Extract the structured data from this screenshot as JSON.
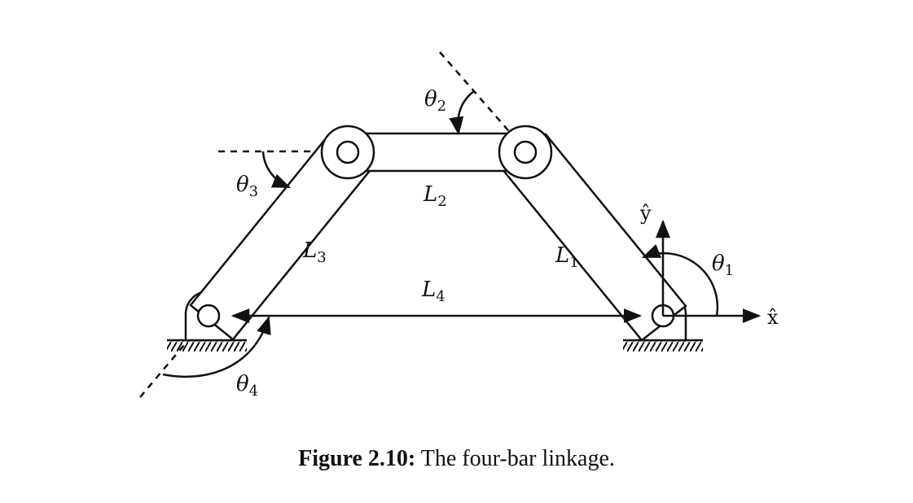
{
  "labels": {
    "theta1": {
      "main": "θ",
      "sub": "1"
    },
    "theta2": {
      "main": "θ",
      "sub": "2"
    },
    "theta3": {
      "main": "θ",
      "sub": "3"
    },
    "theta4": {
      "main": "θ",
      "sub": "4"
    },
    "L1": {
      "main": "L",
      "sub": "1"
    },
    "L2": {
      "main": "L",
      "sub": "2"
    },
    "L3": {
      "main": "L",
      "sub": "3"
    },
    "L4": {
      "main": "L",
      "sub": "4"
    },
    "x_axis": "x̂",
    "y_axis": "ŷ"
  },
  "caption": {
    "number": "Figure 2.10:",
    "text": "The four-bar linkage."
  }
}
